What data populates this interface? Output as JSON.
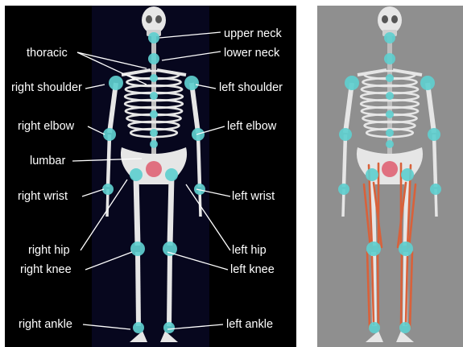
{
  "figure": {
    "left_panel": {
      "background": "#000000",
      "labels": {
        "thoracic": "thoracic",
        "upper_neck": "upper neck",
        "lower_neck": "lower neck",
        "right_shoulder": "right shoulder",
        "left_shoulder": "left shoulder",
        "right_elbow": "right elbow",
        "left_elbow": "left elbow",
        "lumbar": "lumbar",
        "right_wrist": "right wrist",
        "left_wrist": "left wrist",
        "right_hip": "right hip",
        "left_hip": "left hip",
        "right_knee": "right knee",
        "left_knee": "left knee",
        "right_ankle": "right ankle",
        "left_ankle": "left ankle"
      }
    },
    "right_panel": {
      "background": "#8f8f8f",
      "muscle_color": "#d9613a"
    },
    "colors": {
      "bone": "#e6e6e6",
      "joint": "#5fcfcf",
      "pelvis_accent": "#e07080",
      "highlight_column": "#07071e"
    }
  }
}
